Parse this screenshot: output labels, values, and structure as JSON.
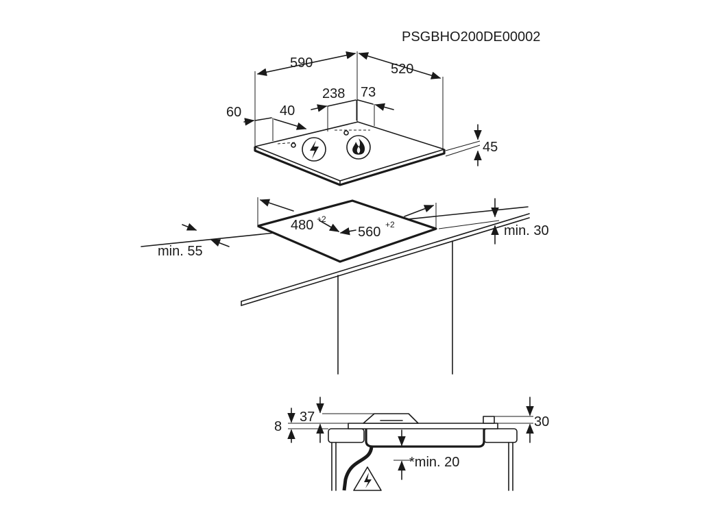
{
  "drawing": {
    "code": "PSGBHO200DE00002",
    "hob": {
      "width": "590",
      "depth": "520",
      "height": "45",
      "offset_left": "60",
      "offset_a": "40",
      "offset_b": "238",
      "offset_c": "73"
    },
    "cutout": {
      "depth": "480",
      "depth_tol": "+2",
      "width": "560",
      "width_tol": "+2",
      "min_front": "min. 55",
      "min_side": "min. 30"
    },
    "section": {
      "top_height": "37",
      "worktop_gap": "8",
      "right_height": "30",
      "min_below": "*min. 20"
    },
    "icons": [
      "electric-warning-icon",
      "gas-flame-icon",
      "electric-warning-icon"
    ]
  }
}
